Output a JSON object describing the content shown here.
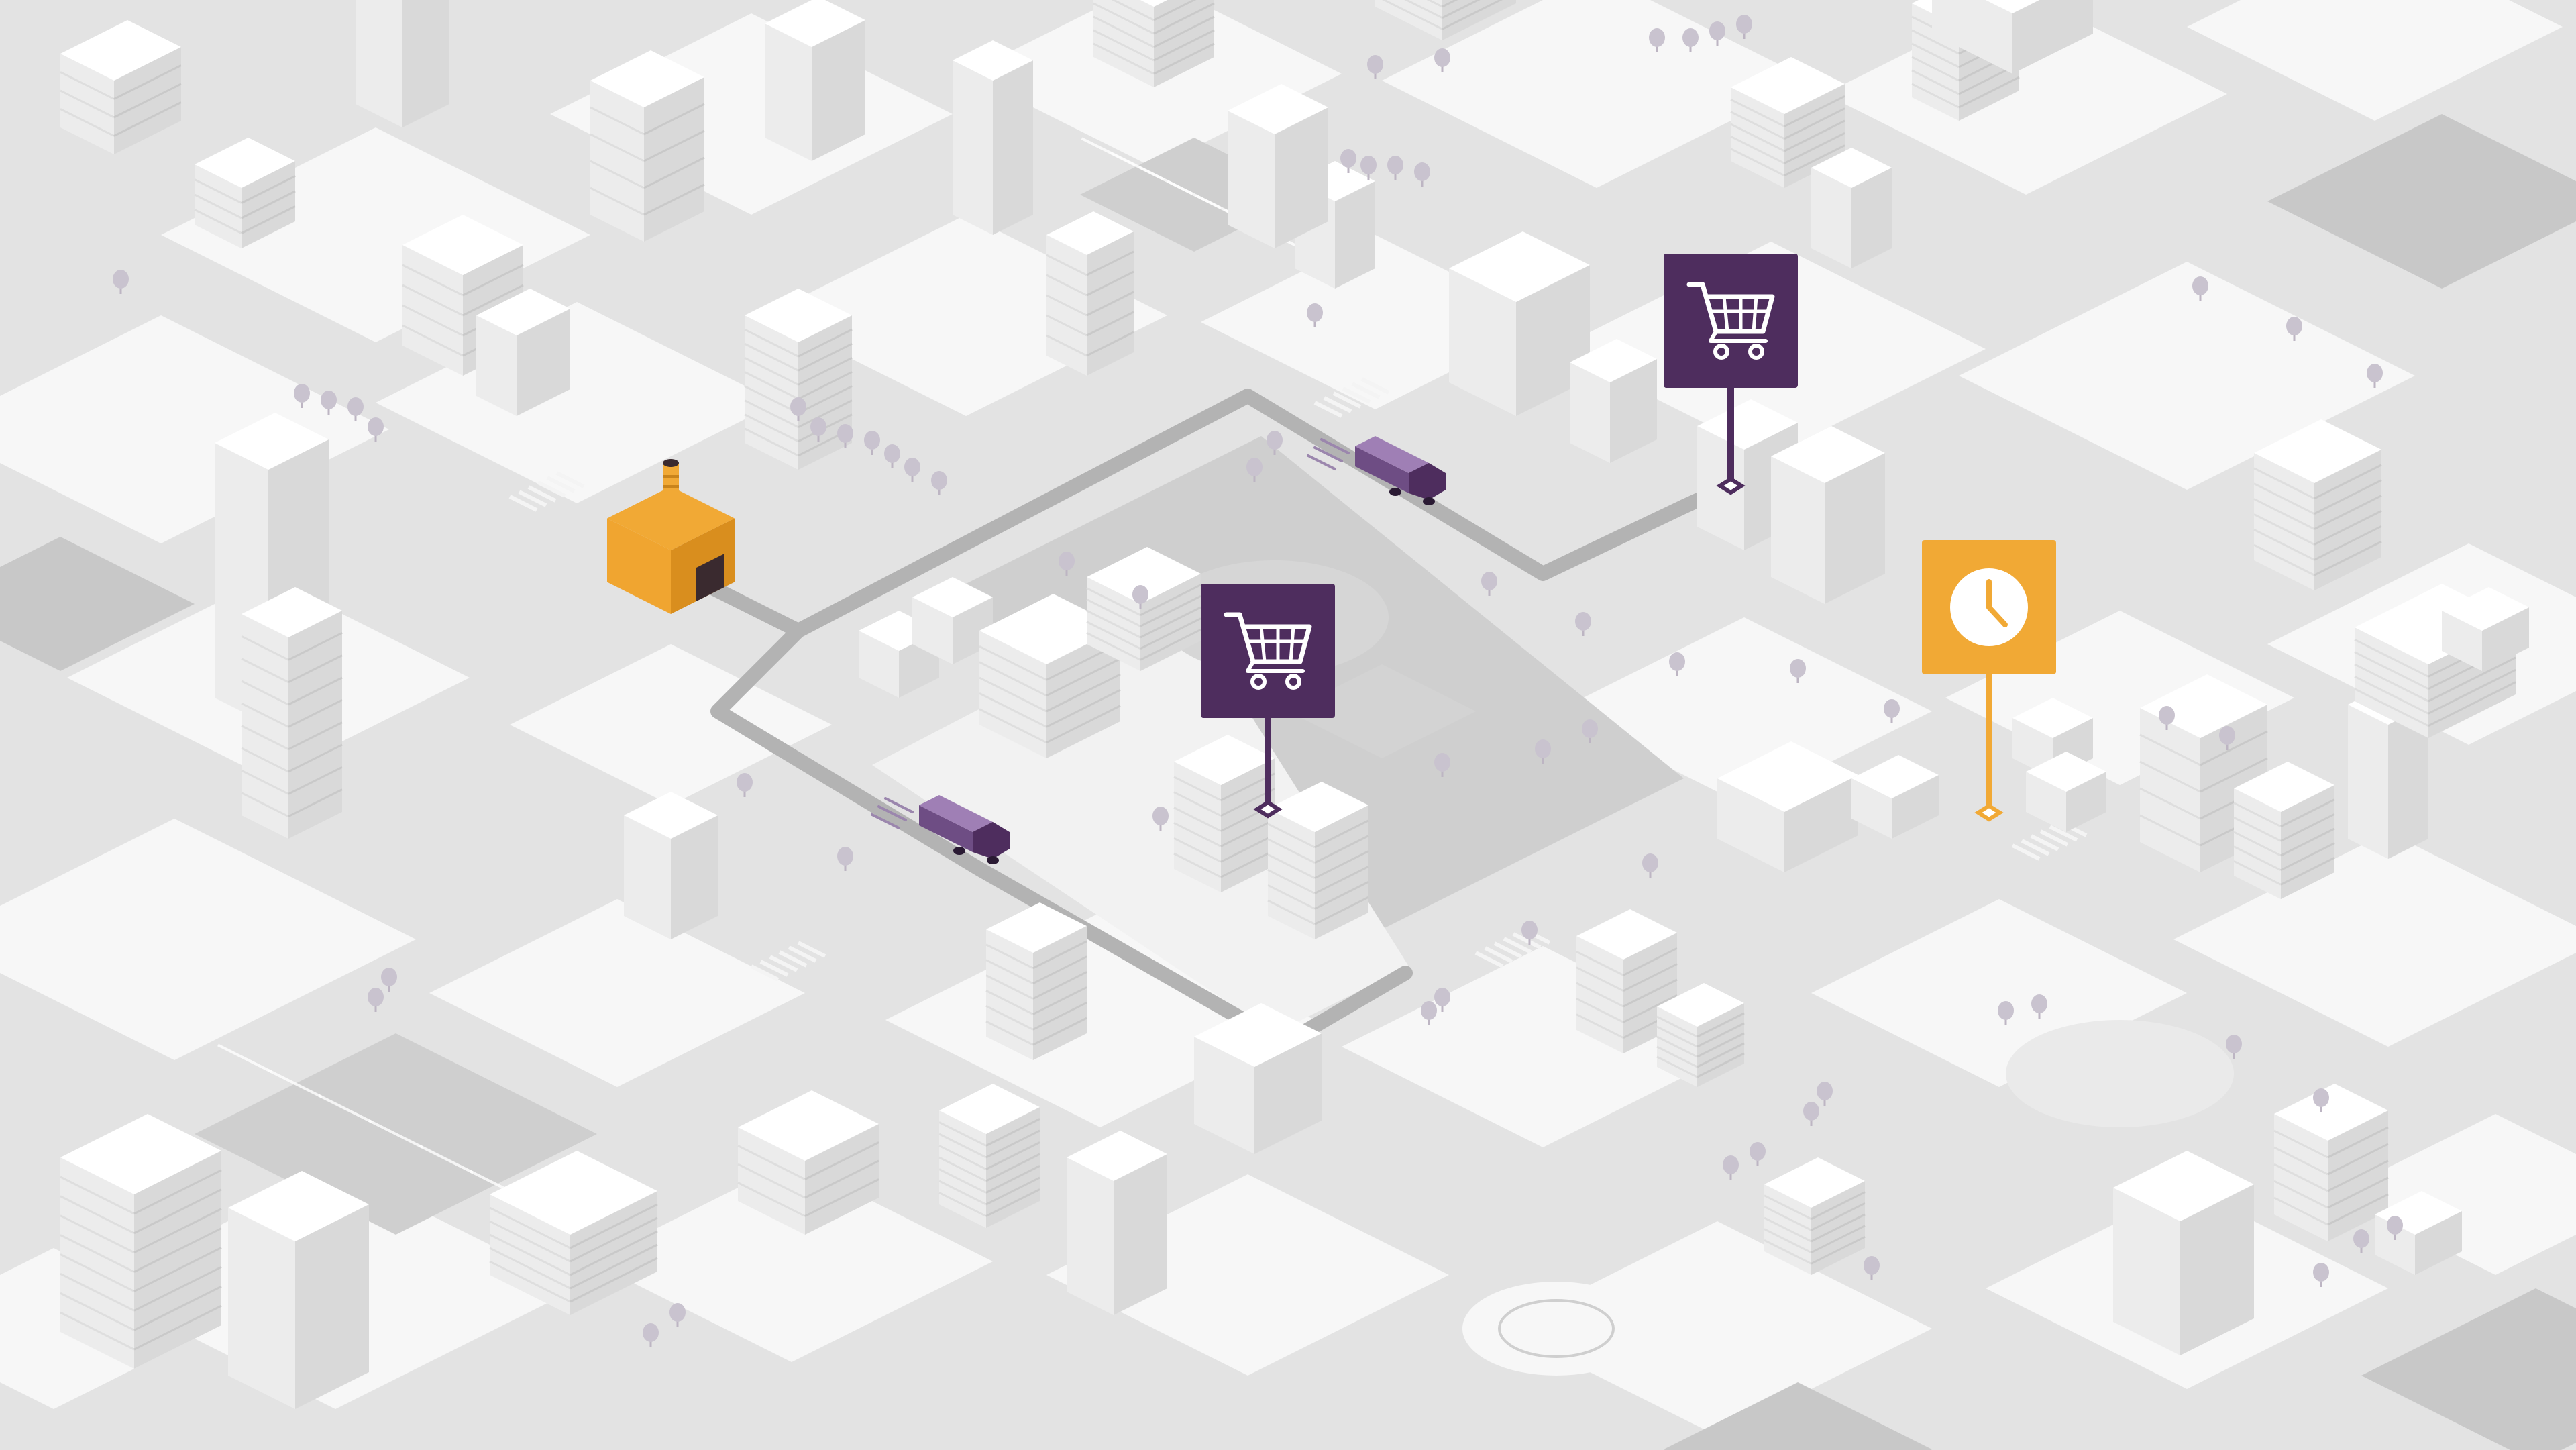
{
  "scene": {
    "type": "isometric-city-delivery-illustration",
    "colors": {
      "background": "#e3e3e3",
      "street": "#dcdcdc",
      "block": "#f7f7f7",
      "building_top": "#ffffff",
      "building_left": "#ececec",
      "building_right": "#d9d9d9",
      "dark_lot": "#c8c8c8",
      "plaza": "#cfcfcf",
      "route": "#b3b3b3",
      "accent_purple": "#4e2d5e",
      "accent_purple_light": "#9b86ad",
      "accent_orange": "#f1a935",
      "accent_orange_dark": "#d98e1e",
      "tree": "#c9c3cf"
    },
    "markers": [
      {
        "id": "store-1",
        "kind": "store",
        "icon": "shopping-cart-icon"
      },
      {
        "id": "store-2",
        "kind": "store",
        "icon": "shopping-cart-icon"
      },
      {
        "id": "scheduled",
        "kind": "scheduled-delivery",
        "icon": "clock-icon"
      }
    ],
    "vehicles": [
      {
        "id": "truck-1",
        "kind": "delivery-truck"
      },
      {
        "id": "truck-2",
        "kind": "delivery-truck"
      }
    ],
    "depot": {
      "kind": "warehouse",
      "icon": "factory-icon"
    }
  }
}
